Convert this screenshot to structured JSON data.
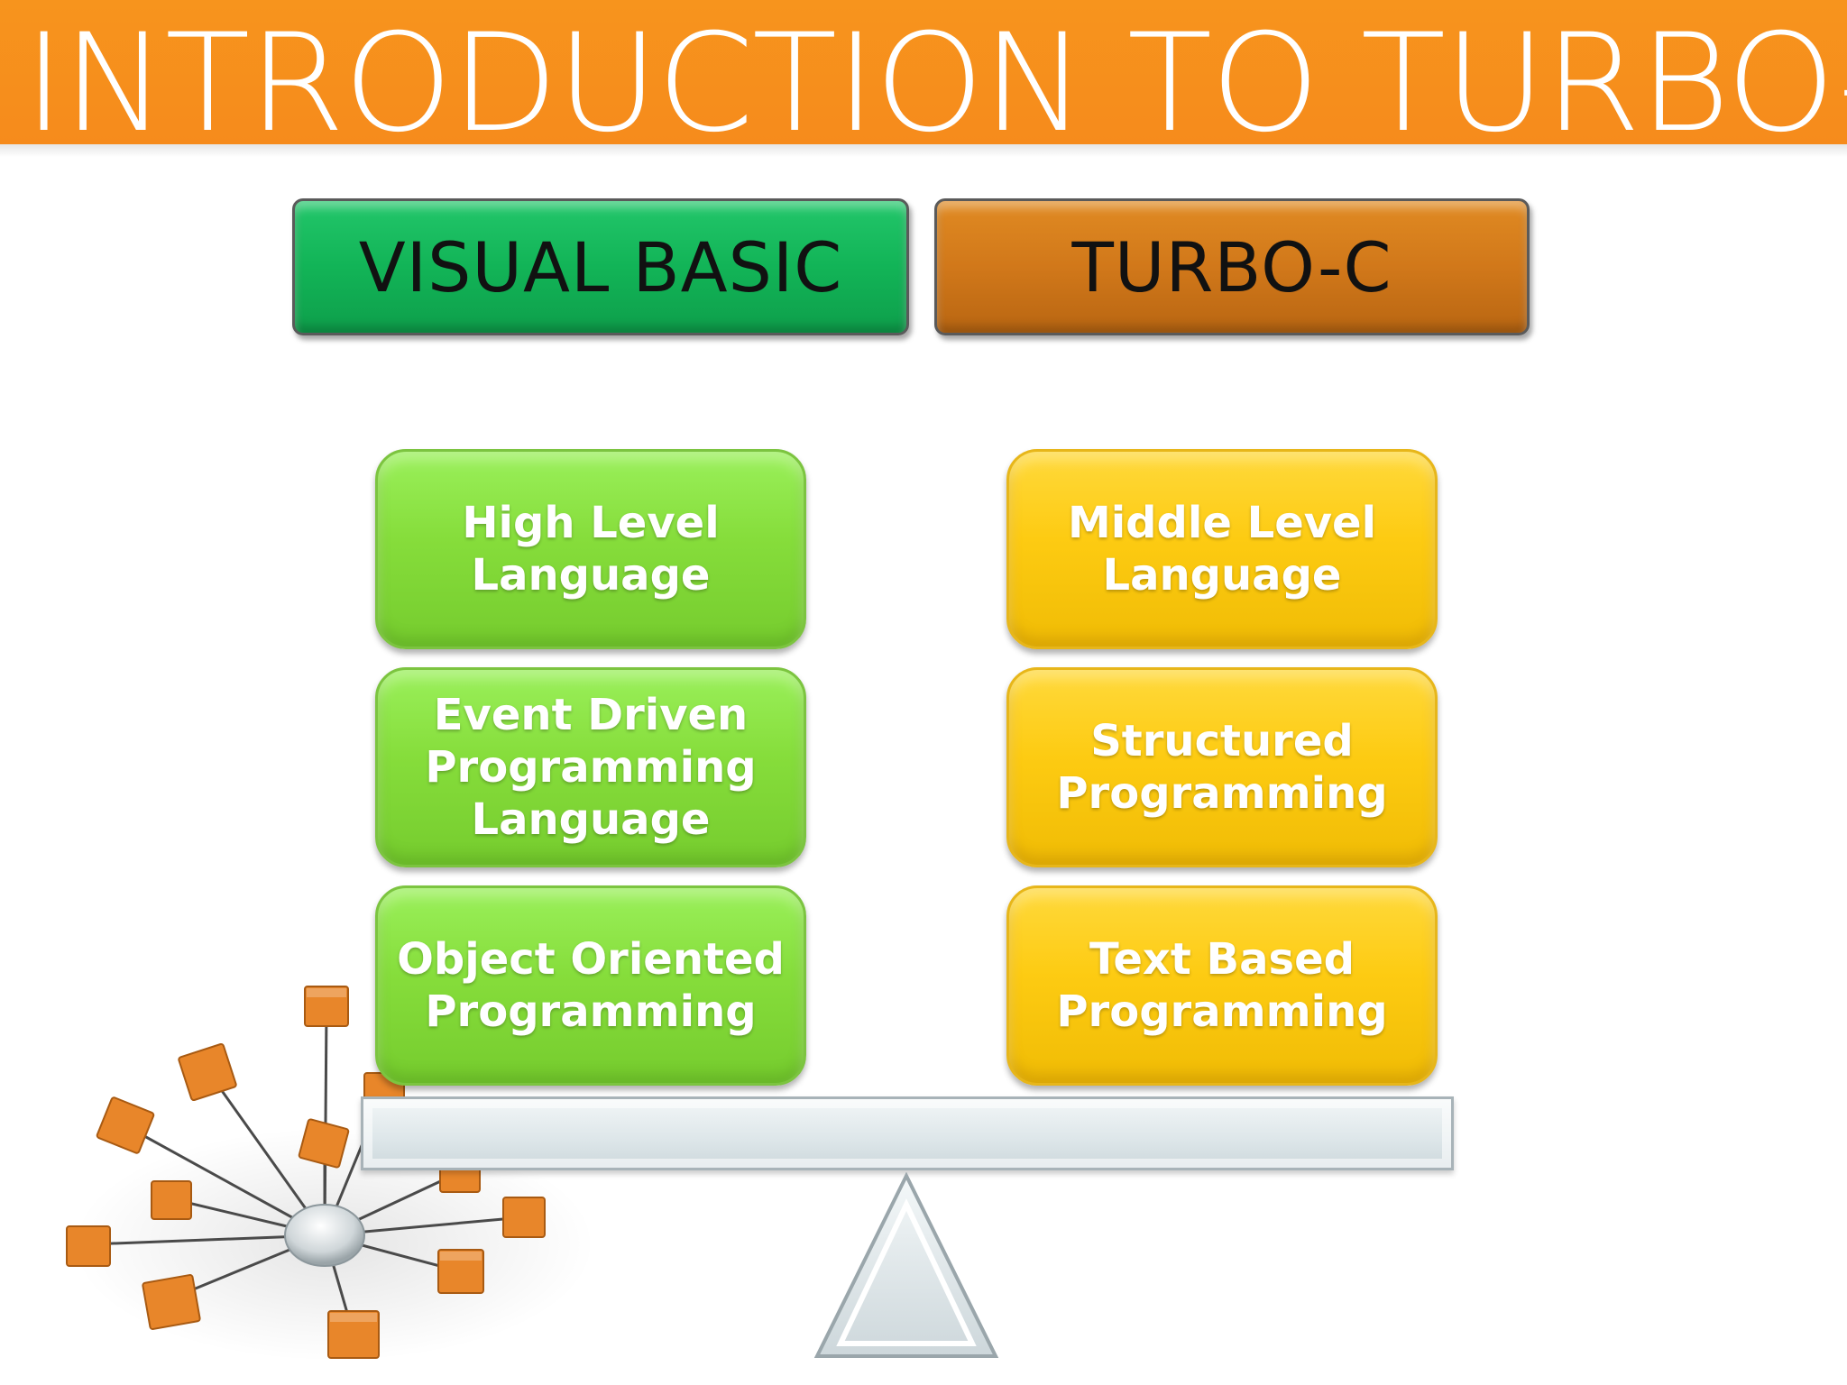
{
  "slide": {
    "title": "INTRODUCTION TO TURBO-C"
  },
  "headers": {
    "left": "VISUAL BASIC",
    "right": "TURBO-C"
  },
  "left_cards": [
    "High Level\nLanguage",
    "Event Driven\nProgramming\nLanguage",
    "Object Oriented\nProgramming"
  ],
  "right_cards": [
    "Middle Level\nLanguage",
    "Structured\nProgramming",
    "Text Based\nProgramming"
  ],
  "colors": {
    "title_band": "#f7941d",
    "visual_basic_header": "#12b457",
    "turbo_c_header": "#d1781a",
    "left_card": "#86dd3b",
    "right_card": "#fdcb12",
    "molecule_cube": "#e8862a"
  },
  "icons": {
    "fulcrum": "triangle-fulcrum-icon",
    "network": "cube-network-icon"
  }
}
